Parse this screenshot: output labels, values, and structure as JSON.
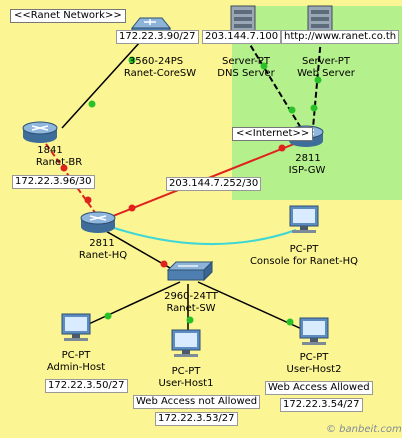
{
  "zones": {
    "ranet_label": "<<Ranet Network>>",
    "internet_label": "<<Internet>>"
  },
  "devices": {
    "coresw": {
      "ip": "172.22.3.90/27",
      "model": "3560-24PS",
      "name": "Ranet-CoreSW"
    },
    "dns": {
      "ip": "203.144.7.100",
      "model": "Server-PT",
      "name": "DNS Server"
    },
    "web": {
      "url": "http://www.ranet.co.th",
      "model": "Server-PT",
      "name": "Web Server"
    },
    "br": {
      "model": "1841",
      "name": "Ranet-BR",
      "ip": "172.22.3.96/30"
    },
    "ispgw": {
      "model": "2811",
      "name": "ISP-GW"
    },
    "wan_ip": "203.144.7.252/30",
    "hq": {
      "model": "2811",
      "name": "Ranet-HQ"
    },
    "console": {
      "model": "PC-PT",
      "name": "Console for Ranet-HQ"
    },
    "sw": {
      "model": "2960-24TT",
      "name": "Ranet-SW"
    },
    "admin": {
      "model": "PC-PT",
      "name": "Admin-Host",
      "ip": "172.22.3.50/27"
    },
    "user1": {
      "model": "PC-PT",
      "name": "User-Host1",
      "policy": "Web Access not Allowed",
      "ip": "172.22.3.53/27"
    },
    "user2": {
      "model": "PC-PT",
      "name": "User-Host2",
      "policy": "Web Access Allowed",
      "ip": "172.22.3.54/27"
    }
  },
  "watermark": "© banbeit.com",
  "colors": {
    "background": "#fbf593",
    "internet_zone": "#b4f08c",
    "link": "#000000",
    "wan_link": "#e0221d",
    "console_link": "#3fd6d6",
    "port_up": "#28c228",
    "port_down": "#e0221d"
  }
}
